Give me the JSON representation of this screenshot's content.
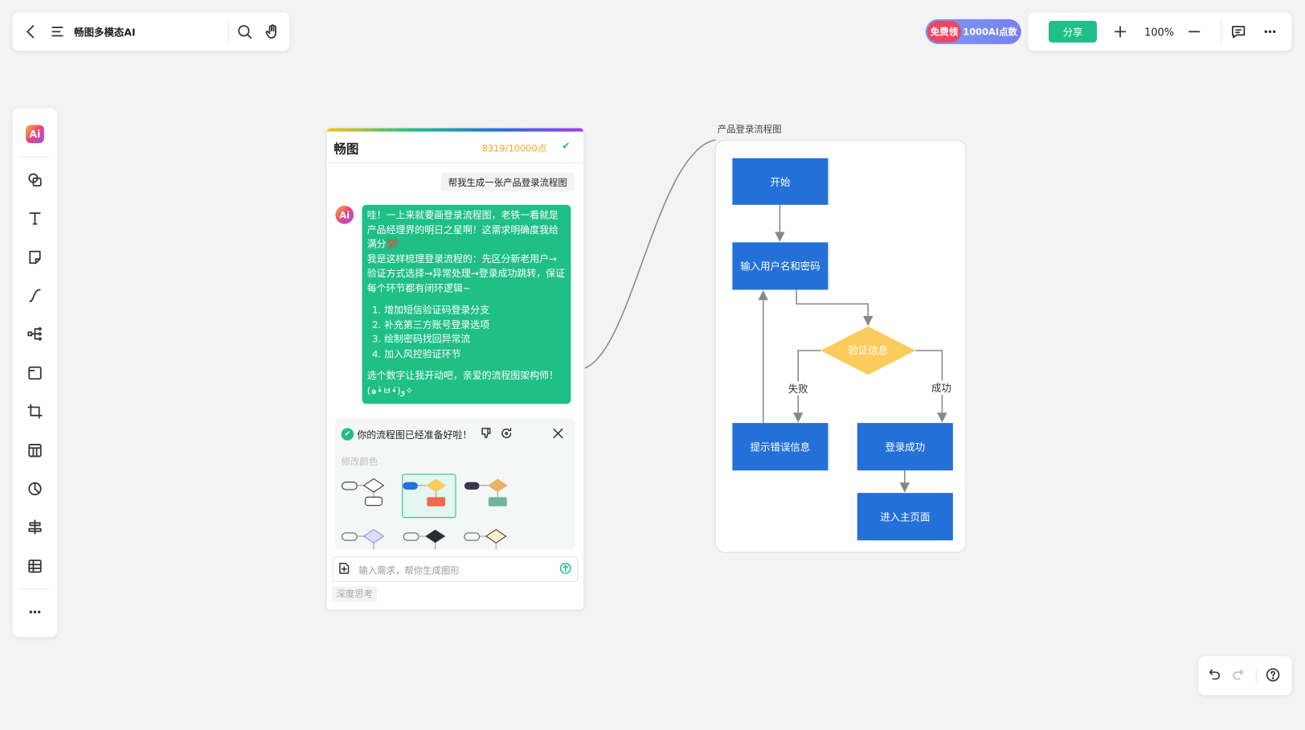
{
  "topbar": {
    "title": "畅图多模态AI",
    "icons": [
      "back-icon",
      "menu-icon",
      "search-icon",
      "hand-icon"
    ]
  },
  "promo": {
    "tag": "免费领",
    "text": "1000AI点数"
  },
  "toolbar": {
    "share": "分享",
    "zoom": "100%",
    "icons": [
      "plus-icon",
      "minus-icon",
      "comment-icon",
      "more-icon"
    ]
  },
  "sidebar": {
    "items": [
      "ai-logo",
      "shape",
      "text",
      "sticky-note",
      "connector",
      "mind-map",
      "frame",
      "crop",
      "table-view",
      "pie-chart",
      "layout",
      "table",
      "more"
    ]
  },
  "chat": {
    "title": "畅图",
    "points": "8319/10000点",
    "user_message": "帮我生成一张产品登录流程图",
    "ai_paragraphs": [
      "哇！一上来就要画登录流程图，老铁一看就是产品经理界的明日之星啊！这需求明确度我给满分💯",
      "我是这样梳理登录流程的：先区分新老用户→验证方式选择→异常处理→登录成功跳转，保证每个环节都有闭环逻辑~"
    ],
    "ai_list": [
      "1. 增加短信验证码登录分支",
      "2. 补充第三方账号登录选项",
      "3. 绘制密码找回异常流",
      "4. 加入风控验证环节"
    ],
    "ai_closing": "选个数字让我开动吧，亲爱的流程图架构师！(๑•̀ㅂ•́)و✧",
    "result": {
      "status": "你的流程图已经准备好啦！",
      "color_label": "修改颜色"
    },
    "input_placeholder": "输入需求，帮你生成图形",
    "deep_think": "深度思考"
  },
  "flowchart": {
    "title": "产品登录流程图",
    "nodes": {
      "start": "开始",
      "input": "输入用户名和密码",
      "verify": "验证信息",
      "error": "提示错误信息",
      "success": "登录成功",
      "home": "进入主页面"
    },
    "edges": {
      "fail": "失败",
      "ok": "成功"
    },
    "colors": {
      "process": "#2470d9",
      "decision": "#fbcb5c"
    }
  },
  "colors": {
    "accent": "#1fbf87",
    "points": "#f5a623"
  }
}
